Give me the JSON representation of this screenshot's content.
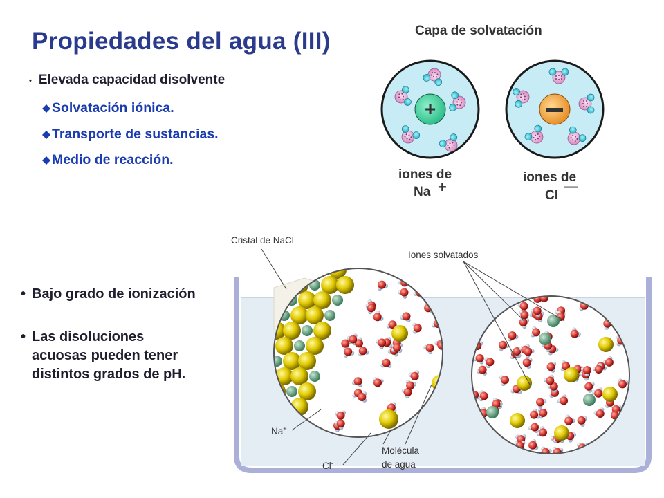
{
  "title": "Propiedades del agua (III)",
  "bullet_dot": "•",
  "capacidad": {
    "label": "Elevada capacidad disolvente",
    "items": [
      "Solvatación iónica.",
      "Transporte de sustancias.",
      "Medio de reacción."
    ]
  },
  "ionizacion": "Bajo grado de ionización",
  "disoluciones": {
    "line1": "Las disoluciones",
    "line2": "acuosas pueden tener",
    "line3": "distintos grados de pH."
  },
  "solvation_figure": {
    "heading": "Capa de solvatación",
    "plus_sign": "+",
    "minus_sign": "-",
    "na_label_1": "iones de",
    "na_label_2": "Na",
    "na_charge": "+",
    "cl_label_1": "iones de",
    "cl_label_2": "Cl",
    "cl_charge": "—"
  },
  "beaker_figure": {
    "cristal_label": "Cristal de NaCl",
    "solvatados_label": "Iones solvatados",
    "na_label": "Na",
    "na_sup": "+",
    "cl_label": "Cl",
    "cl_sup": "-",
    "molecula_label_1": "Molécula",
    "molecula_label_2": "de agua"
  },
  "colors": {
    "title": "#2a3a8c",
    "subitems": "#1b3cb0",
    "na_ion": "#3fcf9f",
    "cl_ion": "#f0a040",
    "water_pink": "#e8b0d8",
    "water_cyan": "#40c8d8"
  }
}
